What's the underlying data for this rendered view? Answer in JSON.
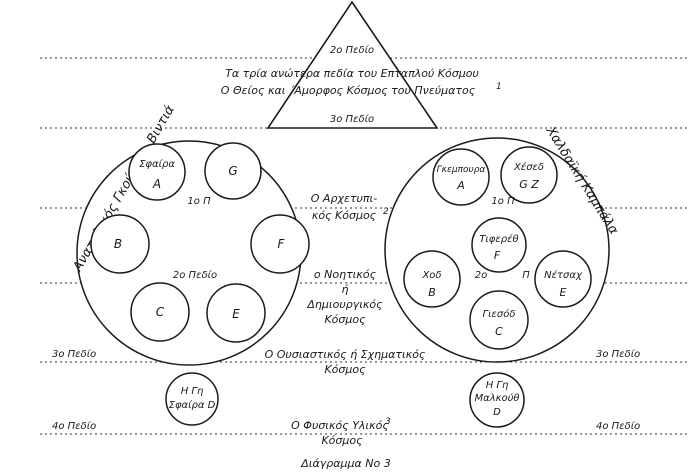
{
  "triangle": {
    "plane2": "2ο Πεδίο",
    "line1": "Τα τρία ανώτερα πεδία του Επταπλού Κόσμου",
    "line2": "Ο Θείος και ΄Αμορφος Κόσμος του Πνεύματος",
    "line2_note": "1",
    "plane3": "3ο Πεδίο"
  },
  "left_system": {
    "title": "Ανατολικός Γκούπτα - Βιντιά",
    "spheres": {
      "A_name": "Σφαίρα",
      "A_letter": "A",
      "G_letter": "G",
      "B_letter": "B",
      "F_letter": "F",
      "C_letter": "C",
      "E_letter": "E"
    },
    "label_1p": "1ο Π",
    "label_2p": "2ο Πεδίο",
    "earth_line1": "Η Γη",
    "earth_line2": "Σφαίρα D"
  },
  "right_system": {
    "title": "Χαλδαϊκή Καμπάλα",
    "spheres": {
      "A_name": "Γκεμπουρα",
      "A_letter": "A",
      "GZ_name": "Χέσεδ",
      "GZ_letter": "G  Z",
      "F_name": "Τιφερέθ",
      "F_letter": "F",
      "B_name": "Χοδ",
      "B_letter": "B",
      "E_name": "Νέτσαχ",
      "E_letter": "E",
      "C_name": "Γιεσόδ",
      "C_letter": "C"
    },
    "label_1p": "1ο Π",
    "label_2o": "2ο",
    "label_p": "Π",
    "earth_line1": "Η Γη",
    "earth_line2": "Μαλκούθ",
    "earth_line3": "D"
  },
  "center": {
    "archetypal_1": "Ο Αρχετυπι-",
    "archetypal_2": "κός Κόσμος",
    "archetypal_note": "2",
    "noetic_1": "ο Νοητικός",
    "noetic_2": "ή",
    "noetic_3": "Δημιουργικός",
    "noetic_4": "Κόσμος",
    "essential_1": "Ο Ουσιαστικός ή Σχηματικός",
    "essential_2": "Κόσμος",
    "physical_1": "Ο Φυσικός Υλικός",
    "physical_note": "3",
    "physical_2": "Κόσμος"
  },
  "plane_labels": {
    "left_3": "3ο Πεδίο",
    "right_3": "3ο Πεδίο",
    "left_4": "4ο Πεδίο",
    "right_4": "4ο Πεδίο"
  },
  "caption": "Διάγραμμα Νο 3"
}
